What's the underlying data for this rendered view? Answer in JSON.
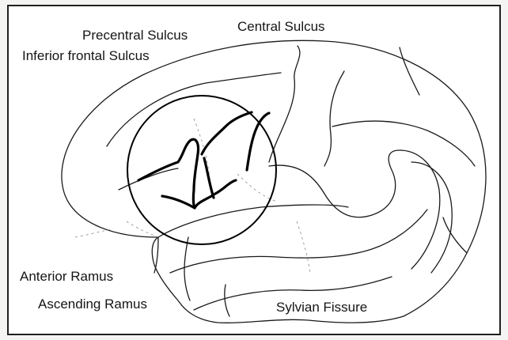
{
  "labels": {
    "precentral_sulcus": "Precentral Sulcus",
    "central_sulcus": "Central Sulcus",
    "inferior_frontal_sulcus": "Inferior frontal Sulcus",
    "anterior_ramus": "Anterior Ramus",
    "ascending_ramus": "Ascending Ramus",
    "sylvian_fissure": "Sylvian Fissure"
  },
  "colors": {
    "outline": "#1a1a1a",
    "highlight": "#000000",
    "background": "#ffffff"
  }
}
